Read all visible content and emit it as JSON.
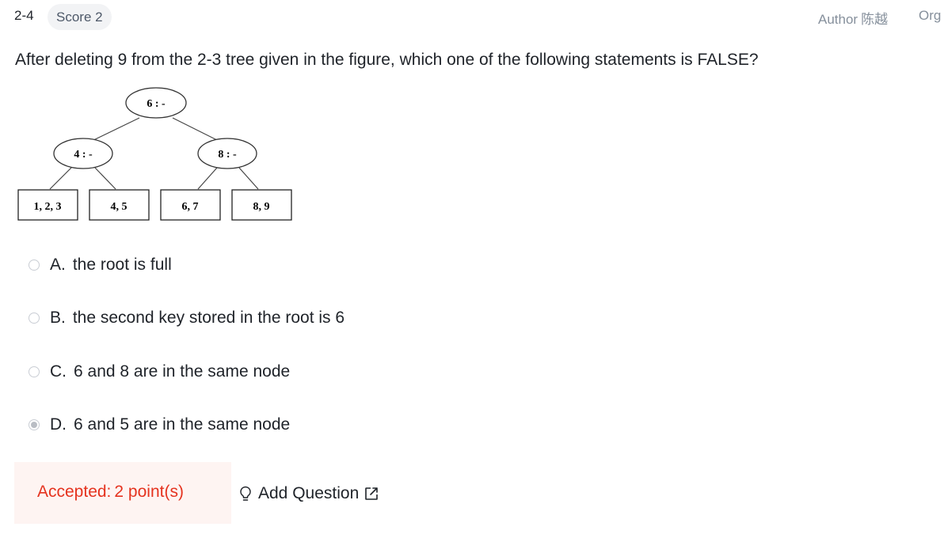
{
  "header": {
    "problem_id": "2-4",
    "score_label": "Score 2",
    "author_label": "Author",
    "author_name": "陈越",
    "org_label": "Org"
  },
  "question": {
    "text": "After deleting 9 from the 2-3 tree given in the figure, which one of the following statements is FALSE?"
  },
  "figure": {
    "root": "6 : -",
    "internal": [
      "4 : -",
      "8 : -"
    ],
    "leaves": [
      "1, 2, 3",
      "4, 5",
      "6, 7",
      "8, 9"
    ]
  },
  "options": [
    {
      "letter": "A.",
      "text": "the root is full",
      "selected": false
    },
    {
      "letter": "B.",
      "text": "the second key stored in the root is 6",
      "selected": false
    },
    {
      "letter": "C.",
      "text": "6 and 8 are in the same node",
      "selected": false
    },
    {
      "letter": "D.",
      "text": "6 and 5 are in the same node",
      "selected": true
    }
  ],
  "result": {
    "status": "Accepted:",
    "points": "2 point(s)"
  },
  "actions": {
    "add_question_label": "Add Question",
    "bulb_icon": "lightbulb-icon",
    "external_icon": "external-link-icon"
  },
  "colors": {
    "accent_error": "#e5331f",
    "result_bg": "#fef4f2",
    "muted": "#86909c"
  }
}
